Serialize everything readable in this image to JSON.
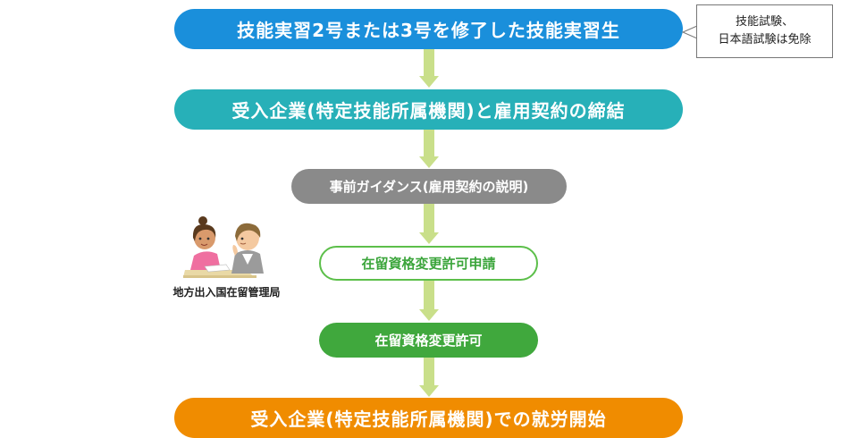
{
  "steps": [
    {
      "label": "技能実習2号または3号を修了した技能実習生",
      "color": "#1a8fdb"
    },
    {
      "label": "受入企業(特定技能所属機関)と雇用契約の締結",
      "color": "#27b0b8"
    },
    {
      "label": "事前ガイダンス(雇用契約の説明)",
      "color": "#8a8a8a"
    },
    {
      "label": "在留資格変更許可申請",
      "color": "#3ba53b"
    },
    {
      "label": "在留資格変更許可",
      "color": "#40a83d"
    },
    {
      "label": "受入企業(特定技能所属機関)での就労開始",
      "color": "#f08c00"
    }
  ],
  "note": {
    "line1": "技能試験、",
    "line2": "日本語試験は免除"
  },
  "office": {
    "label": "地方出入国在留管理局",
    "icon": "consultation-people-icon"
  },
  "colors": {
    "arrow": "#c9df8a"
  }
}
